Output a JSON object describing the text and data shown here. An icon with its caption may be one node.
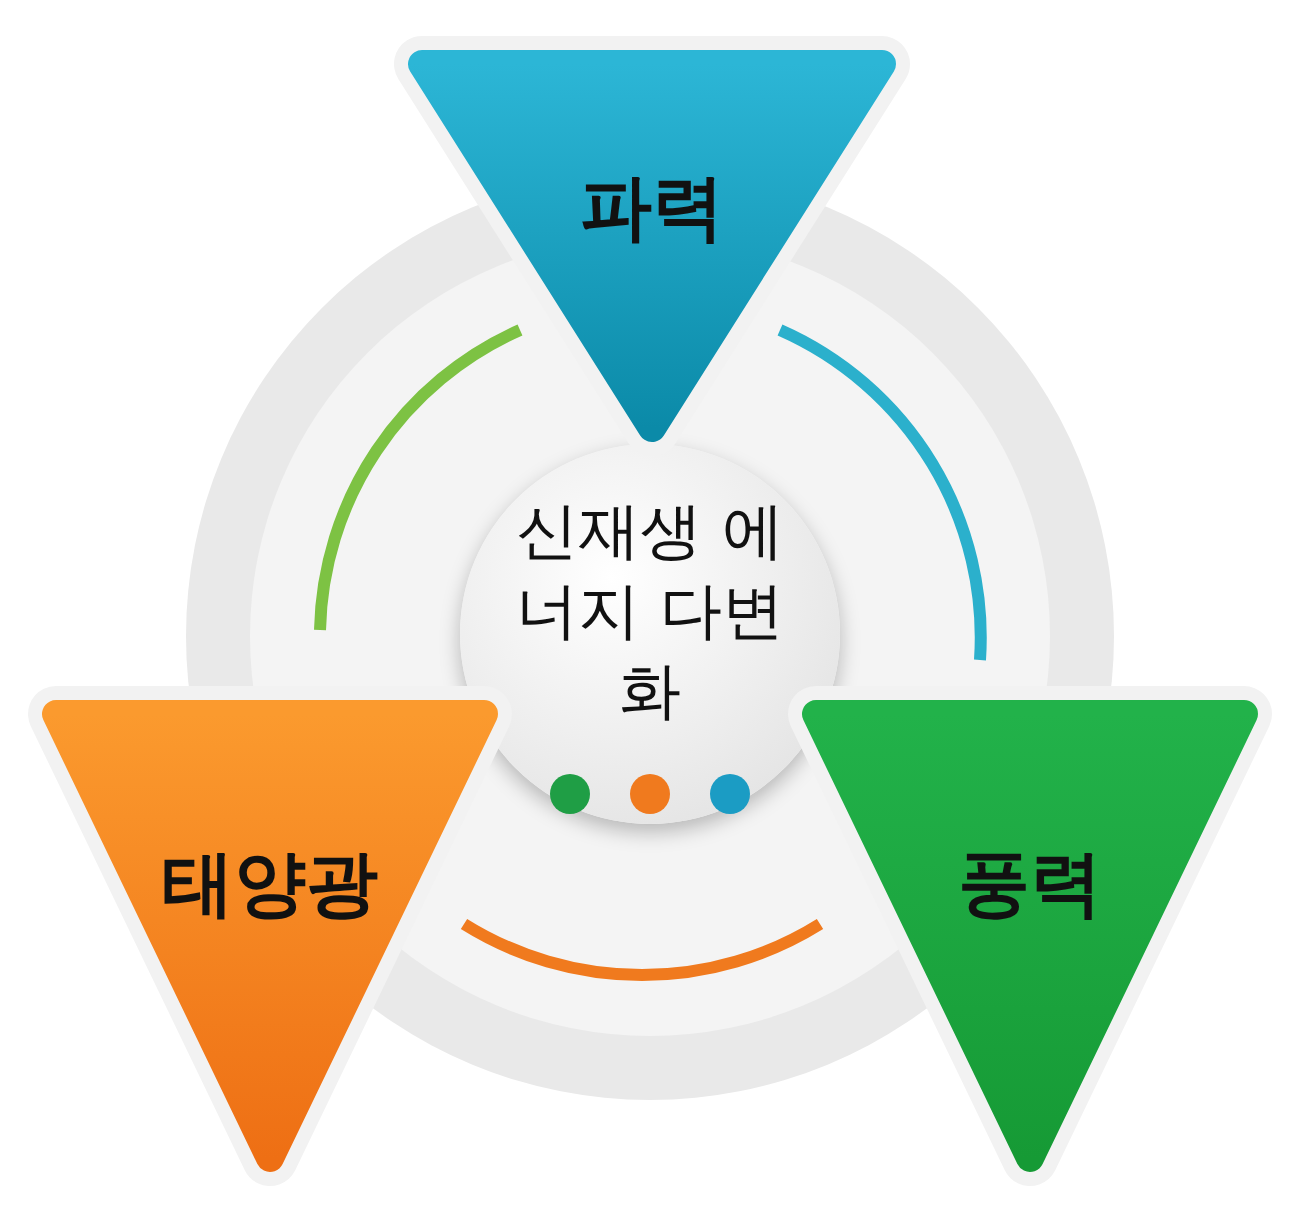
{
  "diagram": {
    "nodes": [
      {
        "text": [
          "신재생 에너지 다변화"
        ]
      },
      {
        "text": [
          "파력"
        ]
      },
      {
        "text": [
          "태양광"
        ]
      },
      {
        "text": [
          "풍력"
        ]
      }
    ]
  }
}
